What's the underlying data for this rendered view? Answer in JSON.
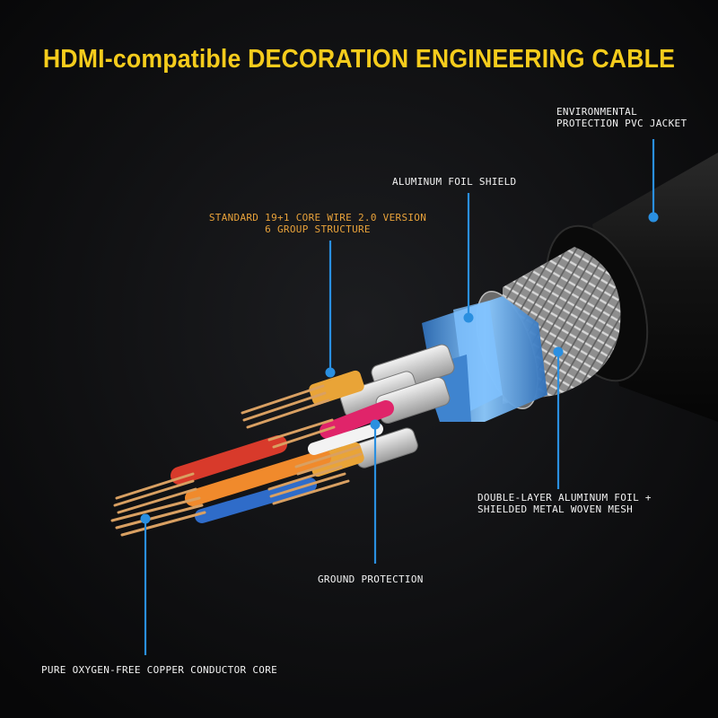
{
  "title": "HDMI-compatible DECORATION ENGINEERING CABLE",
  "colors": {
    "title": "#f5cc1c",
    "callout_line": "#2a8fe0",
    "jacket": "#141414",
    "foil": "#5aa6e6",
    "orange_label": "#e8a23a",
    "copper": "#d49a5a"
  },
  "labels": {
    "jacket_line1": "ENVIRONMENTAL",
    "jacket_line2": "PROTECTION PVC JACKET",
    "foil_shield": "ALUMINUM FOIL SHIELD",
    "core_line1": "STANDARD 19+1 CORE WIRE 2.0 VERSION",
    "core_line2": "6 GROUP STRUCTURE",
    "mesh_line1": "DOUBLE-LAYER ALUMINUM FOIL +",
    "mesh_line2": "SHIELDED METAL WOVEN MESH",
    "ground": "GROUND PROTECTION",
    "copper_core": "PURE OXYGEN-FREE COPPER CONDUCTOR CORE"
  }
}
